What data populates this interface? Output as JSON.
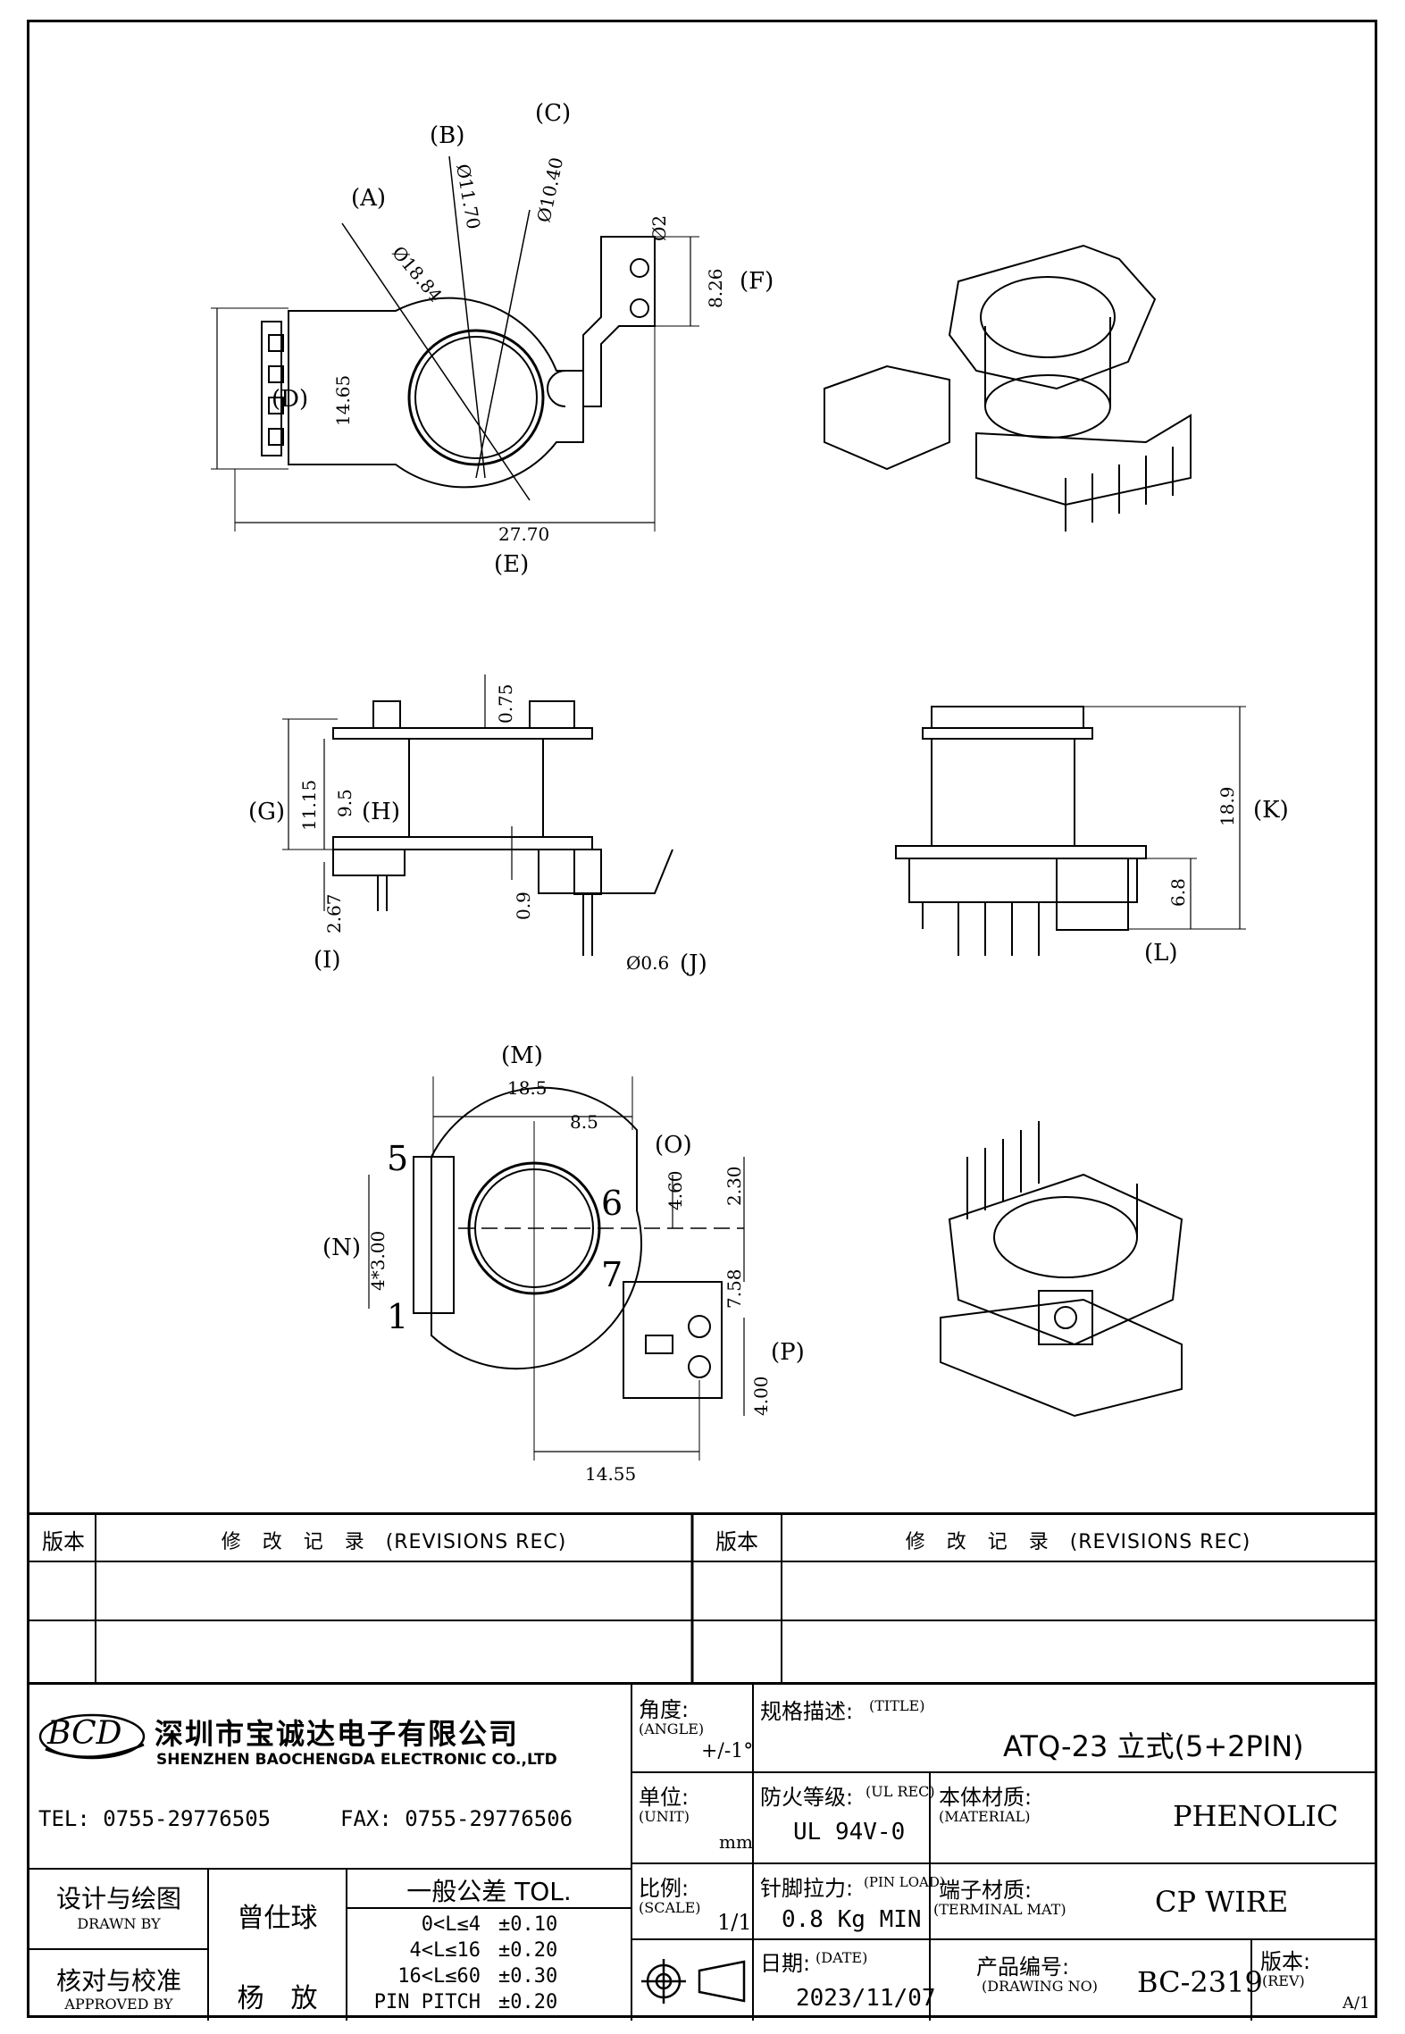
{
  "drawing": {
    "top_view": {
      "labels": {
        "A": "(A)",
        "B": "(B)",
        "C": "(C)",
        "D": "(D)",
        "E": "(E)",
        "F": "(F)"
      },
      "dims": {
        "A": "Ø18.84",
        "B": "Ø11.70",
        "C": "Ø10.40",
        "pin_hole": "Ø2",
        "F": "8.26",
        "D": "14.65",
        "E": "27.70"
      }
    },
    "side_view": {
      "labels": {
        "G": "(G)",
        "H": "(H)",
        "I": "(I)",
        "J": "(J)"
      },
      "dims": {
        "top": "0.75",
        "G": "11.15",
        "H": "9.5",
        "flange": "0.9",
        "I": "2.67",
        "J": "Ø0.6"
      }
    },
    "front_view": {
      "labels": {
        "K": "(K)",
        "L": "(L)"
      },
      "dims": {
        "K": "18.9",
        "L": "6.8"
      }
    },
    "bottom_view": {
      "labels": {
        "M": "(M)",
        "N": "(N)",
        "O": "(O)",
        "P": "(P)"
      },
      "dims": {
        "M": "18.5",
        "inner": "8.5",
        "O": "4.60",
        "O2": "2.30",
        "N": "4*3.00",
        "P": "7.58",
        "P2": "4.00",
        "bottom": "14.55"
      },
      "pins": {
        "p5": "5",
        "p6": "6",
        "p7": "7",
        "p1": "1"
      }
    }
  },
  "revisions": {
    "col_version": "版本",
    "col_record": "修　改　记　录　(REVISIONS REC)"
  },
  "company": {
    "logo_text": "BCD",
    "name_cn": "深圳市宝诚达电子有限公司",
    "name_en": "SHENZHEN BAOCHENGDA ELECTRONIC CO.,LTD",
    "tel": "TEL: 0755-29776505",
    "fax": "FAX: 0755-29776506"
  },
  "title_block": {
    "angle_label": "角度:",
    "angle_label_en": "(ANGLE)",
    "angle_value": "+/-1°",
    "title_label": "规格描述:",
    "title_label_en": "(TITLE)",
    "title_value": "ATQ-23 立式(5+2PIN)",
    "unit_label": "单位:",
    "unit_label_en": "(UNIT)",
    "unit_value": "mm",
    "ul_label": "防火等级:",
    "ul_label_en": "(UL REC)",
    "ul_value": "UL 94V-0",
    "material_label": "本体材质:",
    "material_label_en": "(MATERIAL)",
    "material_value": "PHENOLIC",
    "scale_label": "比例:",
    "scale_label_en": "(SCALE)",
    "scale_value": "1/1",
    "pinload_label": "针脚拉力:",
    "pinload_label_en": "(PIN LOAD)",
    "pinload_value": "0.8 Kg MIN",
    "terminal_label": "端子材质:",
    "terminal_label_en": "(TERMINAL MAT)",
    "terminal_value": "CP WIRE",
    "date_label": "日期:",
    "date_label_en": "(DATE)",
    "date_value": "2023/11/07",
    "drawing_no_label": "产品编号:",
    "drawing_no_label_en": "(DRAWING NO)",
    "drawing_no_value": "BC-2319",
    "rev_label": "版本:",
    "rev_label_en": "(REV)",
    "rev_value": "A/1",
    "drawn_label": "设计与绘图",
    "drawn_label_en": "DRAWN BY",
    "drawn_name": "曾仕球",
    "approved_label": "核对与校准",
    "approved_label_en": "APPROVED BY",
    "approved_name": "杨　放",
    "tol_title": "一般公差 TOL.",
    "tol_rows": [
      {
        "range": "0<L≤4",
        "value": "±0.10"
      },
      {
        "range": "4<L≤16",
        "value": "±0.20"
      },
      {
        "range": "16<L≤60",
        "value": "±0.30"
      },
      {
        "range": "PIN PITCH",
        "value": "±0.20"
      }
    ]
  }
}
